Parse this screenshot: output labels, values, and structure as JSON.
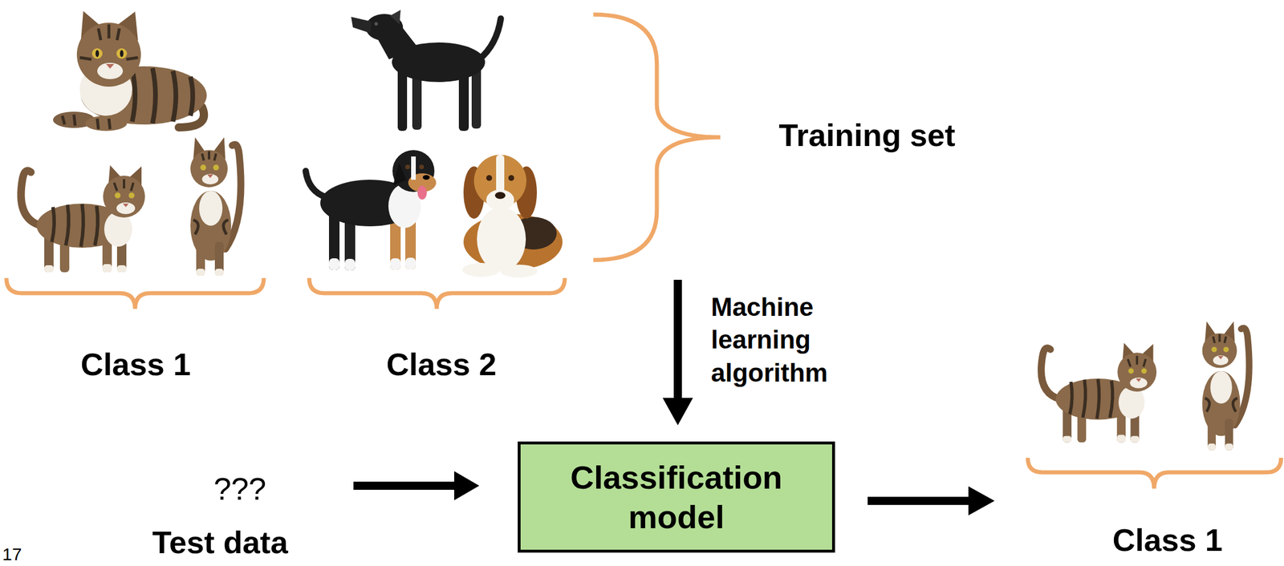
{
  "diagram": {
    "nodes": [
      {
        "text": [
          "Classification model"
        ]
      }
    ],
    "labels": [
      "Training set",
      "Class 1",
      "Class 2",
      "Machine learning algorithm",
      "???",
      "Test data",
      "Class 1",
      "17"
    ]
  }
}
